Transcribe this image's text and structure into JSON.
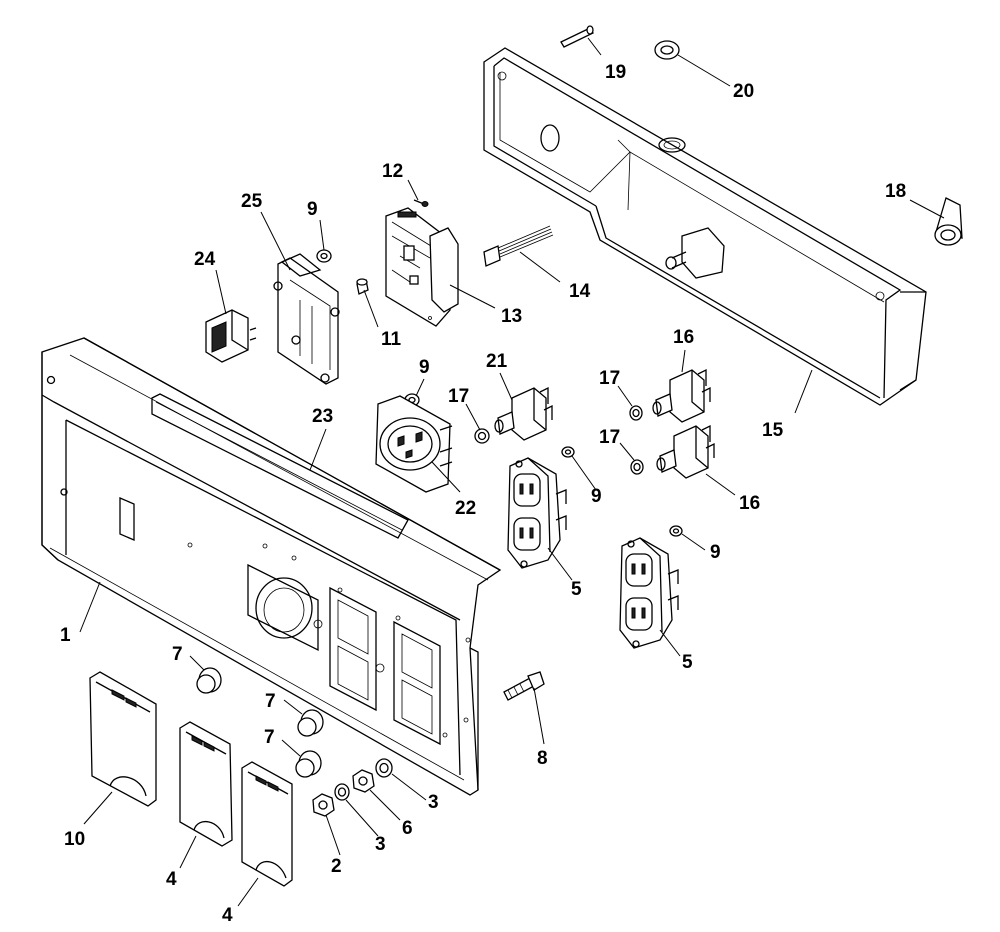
{
  "callouts": [
    "1",
    "2",
    "3",
    "3",
    "4",
    "4",
    "5",
    "5",
    "6",
    "7",
    "7",
    "7",
    "8",
    "9",
    "9",
    "9",
    "9",
    "10",
    "11",
    "12",
    "13",
    "14",
    "15",
    "16",
    "16",
    "17",
    "17",
    "17",
    "18",
    "19",
    "20",
    "21",
    "22",
    "23",
    "24",
    "25"
  ]
}
